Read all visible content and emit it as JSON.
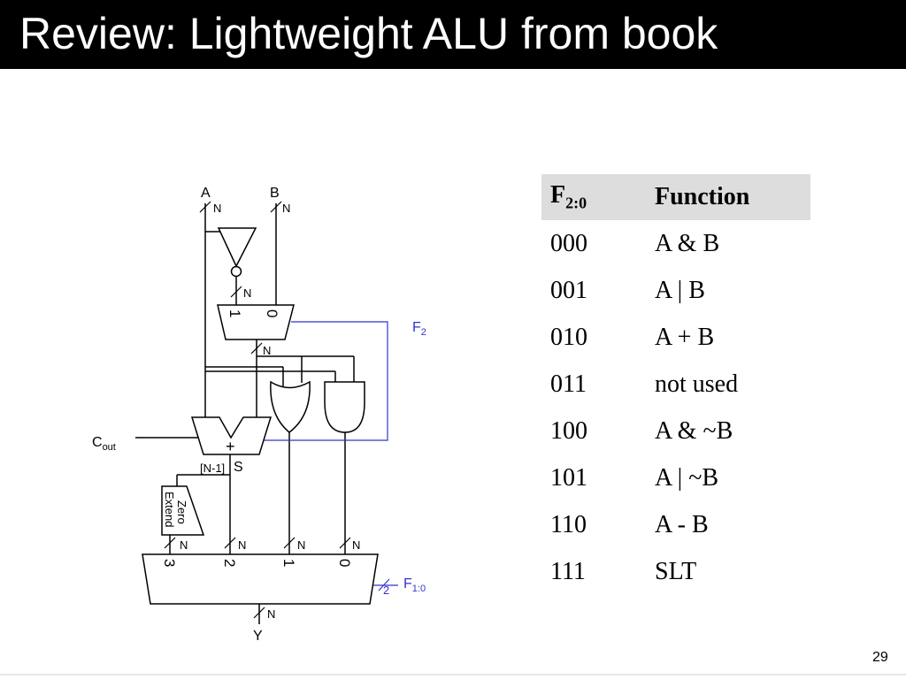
{
  "slide": {
    "title": "Review:  Lightweight ALU from book",
    "page_number": "29"
  },
  "diagram": {
    "labels": {
      "input_a": "A",
      "input_b": "B",
      "output_y": "Y",
      "width_n": "N",
      "width_2": "2",
      "mux1_in1": "1",
      "mux1_in0": "0",
      "f2_main": "F",
      "f2_sub": "2",
      "f10_main": "F",
      "f10_sub": "1:0",
      "cout_main": "C",
      "cout_sub": "out",
      "adder_symbol": "+",
      "sum_label": "S",
      "msb_label": "[N-1]",
      "zero_extend_line1": "Zero",
      "zero_extend_line2": "Extend",
      "mux4_in3": "3",
      "mux4_in2": "2",
      "mux4_in1": "1",
      "mux4_in0": "0"
    },
    "colors": {
      "control_wire": "#3333cc",
      "wire": "#000000"
    }
  },
  "table": {
    "header": {
      "code_main": "F",
      "code_sub": "2:0",
      "function": "Function"
    },
    "rows": [
      {
        "code": "000",
        "function": "A & B"
      },
      {
        "code": "001",
        "function": "A | B"
      },
      {
        "code": "010",
        "function": "A + B"
      },
      {
        "code": "011",
        "function": "not used"
      },
      {
        "code": "100",
        "function": "A & ~B"
      },
      {
        "code": "101",
        "function": "A | ~B"
      },
      {
        "code": "110",
        "function": "A - B"
      },
      {
        "code": "111",
        "function": "SLT"
      }
    ]
  }
}
